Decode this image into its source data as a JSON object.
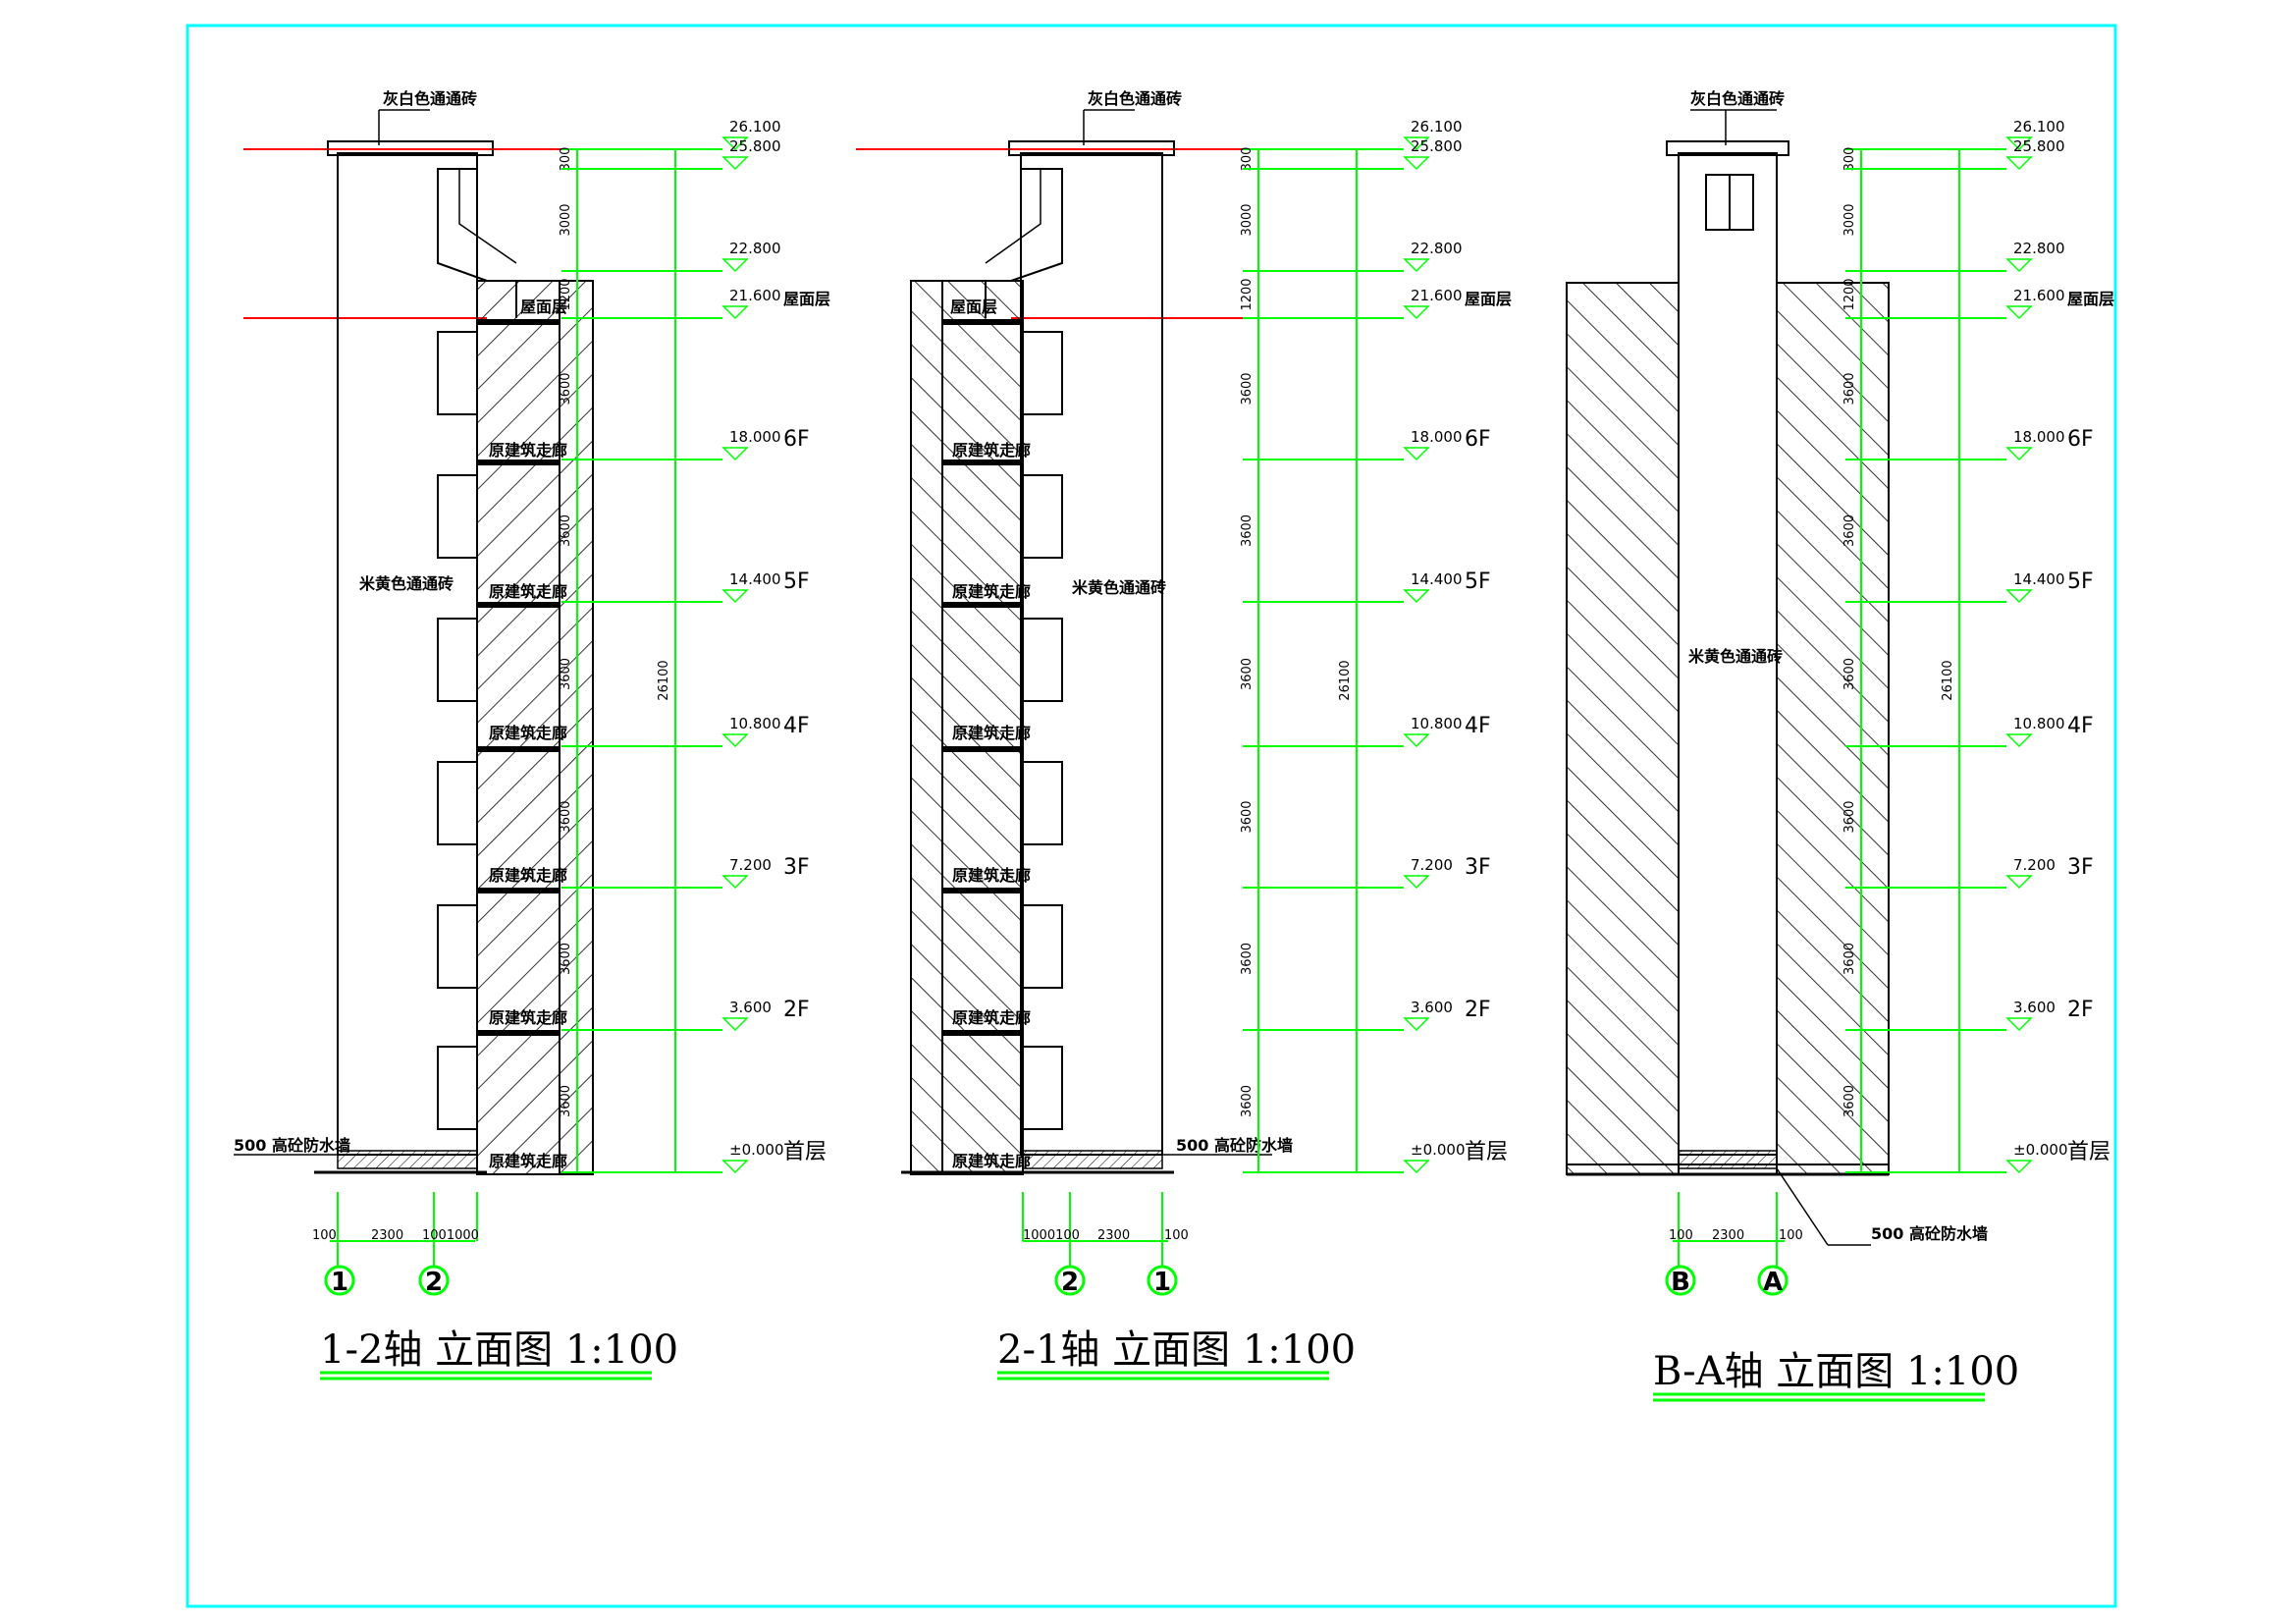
{
  "sheet": {
    "border_color": "#00ffff",
    "guide_color": "#00ff00",
    "cut_color": "#ff0000"
  },
  "labels": {
    "cap_tile": "灰白色通通砖",
    "wall_tile": "米黄色通通砖",
    "roof_floor": "屋面层",
    "orig_corridor": "原建筑走廊",
    "waterproof": "500 高砼防水墙",
    "ground": "首层"
  },
  "levels": [
    {
      "value": "26.100",
      "floor": ""
    },
    {
      "value": "25.800",
      "floor": ""
    },
    {
      "value": "22.800",
      "floor": ""
    },
    {
      "value": "21.600",
      "floor": "屋面层"
    },
    {
      "value": "18.000",
      "floor": "6F"
    },
    {
      "value": "14.400",
      "floor": "5F"
    },
    {
      "value": "10.800",
      "floor": "4F"
    },
    {
      "value": "7.200",
      "floor": "3F"
    },
    {
      "value": "3.600",
      "floor": "2F"
    },
    {
      "value": "±0.000",
      "floor": "首层"
    }
  ],
  "segments": [
    "300",
    "3000",
    "1200",
    "3600",
    "3600",
    "3600",
    "3600",
    "3600",
    "3600"
  ],
  "total_height": "26100",
  "views": [
    {
      "title": "1-2轴 立面图 1:100",
      "axes": [
        "1",
        "2"
      ],
      "plan_dims": [
        "100",
        "2300",
        "1001000"
      ]
    },
    {
      "title": "2-1轴 立面图 1:100",
      "axes": [
        "2",
        "1"
      ],
      "plan_dims": [
        "1000100",
        "2300",
        "100"
      ]
    },
    {
      "title": "B-A轴 立面图 1:100",
      "axes": [
        "B",
        "A"
      ],
      "plan_dims": [
        "100",
        "2300",
        "100"
      ]
    }
  ]
}
